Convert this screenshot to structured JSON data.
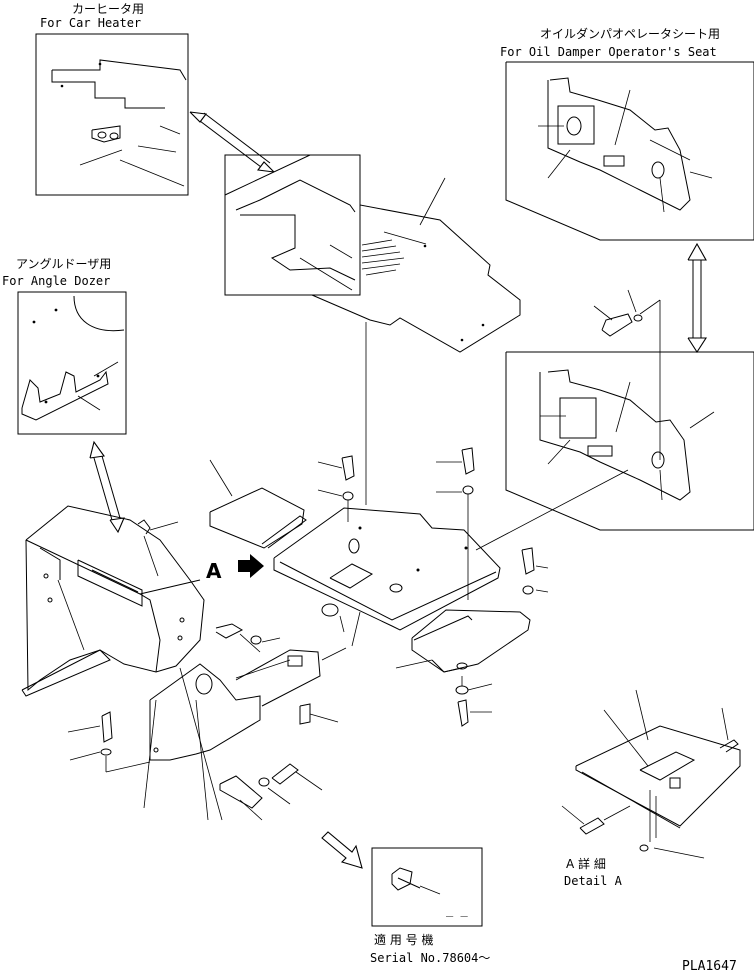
{
  "car_heater": {
    "jp": "カーヒータ用",
    "en": "For Car Heater"
  },
  "oil_damper": {
    "jp": "オイルダンパオペレータシート用",
    "en": "For Oil Damper Operator's Seat"
  },
  "angle_dozer": {
    "jp": "アングルドーザ用",
    "en": "For Angle Dozer"
  },
  "view_marker": "A",
  "detail": {
    "jp": "A 詳 細",
    "en": "Detail A"
  },
  "serial": {
    "jp": "適 用 号 機",
    "en": "Serial No.78604～"
  },
  "drawing_number": "PLA1647",
  "inset_marks": "_ _"
}
